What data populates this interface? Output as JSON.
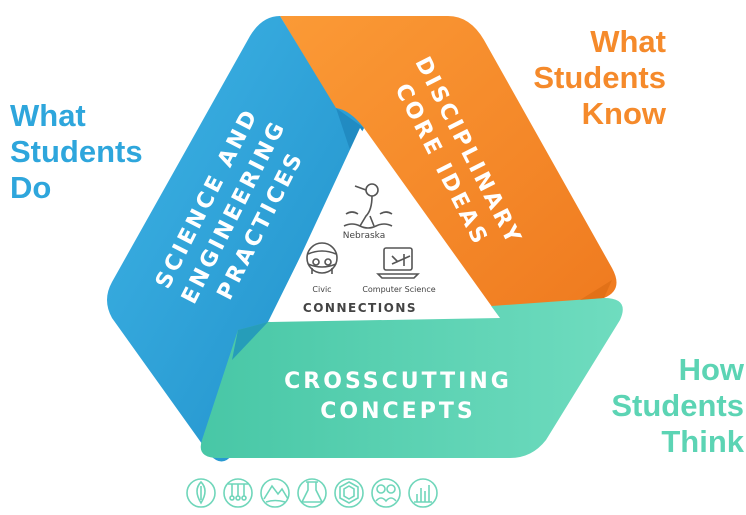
{
  "labels": {
    "do": [
      "What",
      "Students",
      "Do"
    ],
    "know": [
      "What",
      "Students",
      "Know"
    ],
    "think": [
      "How",
      "Students",
      "Think"
    ]
  },
  "bands": {
    "practices": [
      "SCIENCE AND",
      "ENGINEERING",
      "PRACTICES"
    ],
    "core_ideas": [
      "DISCIPLINARY",
      "CORE IDEAS"
    ],
    "crosscutting": [
      "CROSSCUTTING",
      "CONCEPTS"
    ]
  },
  "center": {
    "nebraska": "Nebraska",
    "civic": "Civic",
    "computer_science": "Computer Science",
    "connections": "CONNECTIONS"
  },
  "colors": {
    "blue": "#2ea6dc",
    "orange": "#f58a2b",
    "teal": "#5cd4b4",
    "icon_ring": "#6fd6ba"
  },
  "bottom_icons": [
    "leaf-icon",
    "pendulum-icon",
    "landscape-icon",
    "flask-icon",
    "hexagon-molecule-icon",
    "people-bubble-icon",
    "bar-chart-icon"
  ]
}
